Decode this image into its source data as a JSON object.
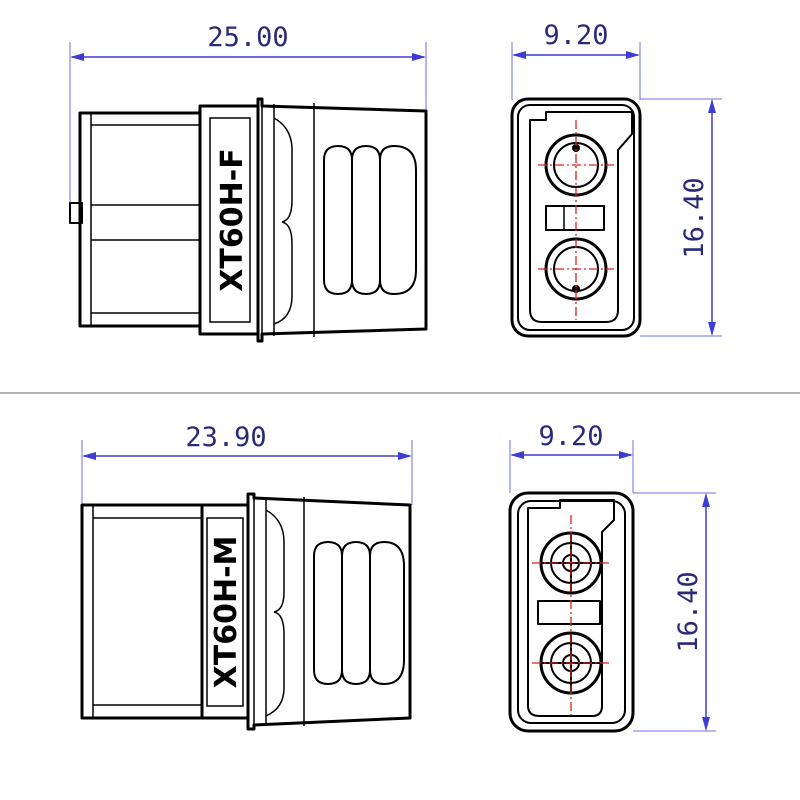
{
  "colors": {
    "outline": "#000000",
    "dimension": "#3d3dd6",
    "centerline": "#e02020",
    "separator": "#999999"
  },
  "views": {
    "female": {
      "part_label": "XT60H-F",
      "length_dim": "25.00",
      "width_dim": "9.20",
      "height_dim": "16.40"
    },
    "male": {
      "part_label": "XT60H-M",
      "length_dim": "23.90",
      "width_dim": "9.20",
      "height_dim": "16.40"
    }
  }
}
